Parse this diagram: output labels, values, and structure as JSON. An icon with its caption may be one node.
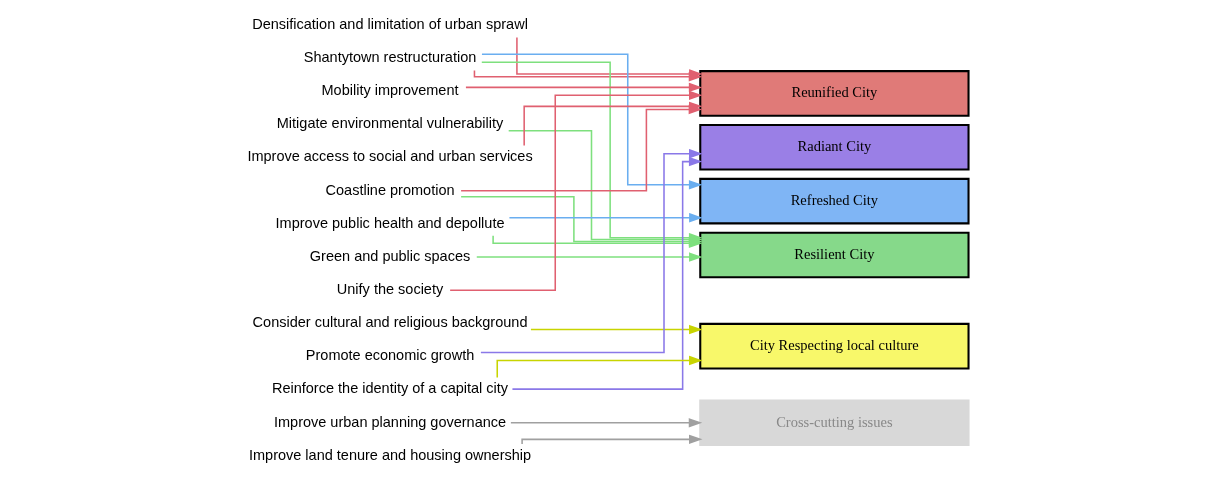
{
  "diagram": {
    "nodes": [
      {
        "text": [
          "Densification and limitation of urban sprawl"
        ]
      },
      {
        "text": [
          "Shantytown restructuration"
        ]
      },
      {
        "text": [
          "Mobility improvement"
        ]
      },
      {
        "text": [
          "Mitigate environmental vulnerability"
        ]
      },
      {
        "text": [
          "Improve access to social and urban services"
        ]
      },
      {
        "text": [
          "Coastline promotion"
        ]
      },
      {
        "text": [
          "Improve public health and depollute"
        ]
      },
      {
        "text": [
          "Green and public spaces"
        ]
      },
      {
        "text": [
          "Unify the society"
        ]
      },
      {
        "text": [
          "Consider cultural and religious background"
        ]
      },
      {
        "text": [
          "Promote economic growth"
        ]
      },
      {
        "text": [
          "Reinforce the identity of a capital city"
        ]
      },
      {
        "text": [
          "Improve urban planning governance"
        ]
      },
      {
        "text": [
          "Improve land tenure and housing ownership"
        ]
      },
      {
        "text": [
          "Reunified City"
        ]
      },
      {
        "text": [
          "Radiant City"
        ]
      },
      {
        "text": [
          "Refreshed City"
        ]
      },
      {
        "text": [
          "Resilient City"
        ]
      },
      {
        "text": [
          "City Respecting local culture"
        ]
      },
      {
        "text": [
          "Cross-cutting issues"
        ]
      }
    ],
    "edges": [
      {
        "from": 0,
        "to": 14,
        "arrow": "to",
        "color": "#e06070"
      },
      {
        "from": 1,
        "to": 14,
        "arrow": "to",
        "color": "#e06070"
      },
      {
        "from": 2,
        "to": 14,
        "arrow": "to",
        "color": "#e06070"
      },
      {
        "from": 4,
        "to": 14,
        "arrow": "to",
        "color": "#e06070"
      },
      {
        "from": 5,
        "to": 14,
        "arrow": "to",
        "color": "#e06070"
      },
      {
        "from": 8,
        "to": 14,
        "arrow": "to",
        "color": "#e06070"
      },
      {
        "from": 10,
        "to": 15,
        "arrow": "to",
        "color": "#8a78e8"
      },
      {
        "from": 11,
        "to": 15,
        "arrow": "to",
        "color": "#8a78e8"
      },
      {
        "from": 1,
        "to": 16,
        "arrow": "to",
        "color": "#6aaef0"
      },
      {
        "from": 6,
        "to": 16,
        "arrow": "to",
        "color": "#6aaef0"
      },
      {
        "from": 1,
        "to": 17,
        "arrow": "to",
        "color": "#7ee07e"
      },
      {
        "from": 3,
        "to": 17,
        "arrow": "to",
        "color": "#7ee07e"
      },
      {
        "from": 5,
        "to": 17,
        "arrow": "to",
        "color": "#7ee07e"
      },
      {
        "from": 6,
        "to": 17,
        "arrow": "to",
        "color": "#7ee07e"
      },
      {
        "from": 7,
        "to": 17,
        "arrow": "to",
        "color": "#7ee07e"
      },
      {
        "from": 9,
        "to": 18,
        "arrow": "to",
        "color": "#c8d400"
      },
      {
        "from": 11,
        "to": 18,
        "arrow": "to",
        "color": "#c8d400"
      },
      {
        "from": 12,
        "to": 19,
        "arrow": "to",
        "color": "#a0a0a0"
      },
      {
        "from": 13,
        "to": 19,
        "arrow": "to",
        "color": "#a0a0a0"
      }
    ]
  }
}
